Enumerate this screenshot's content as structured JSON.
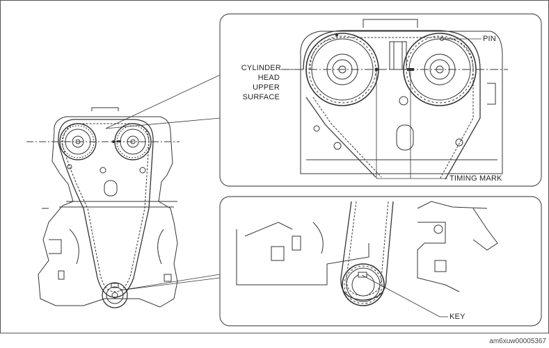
{
  "labels": {
    "cylinder_head_upper_surface": [
      "CYLINDER",
      "HEAD",
      "UPPER",
      "SURFACE"
    ],
    "pin": "PIN",
    "timing_mark": "TIMING MARK",
    "key": "KEY"
  },
  "figure_code": "am6xuw00005367",
  "colors": {
    "line": "#333333",
    "panel_border": "#555555"
  }
}
